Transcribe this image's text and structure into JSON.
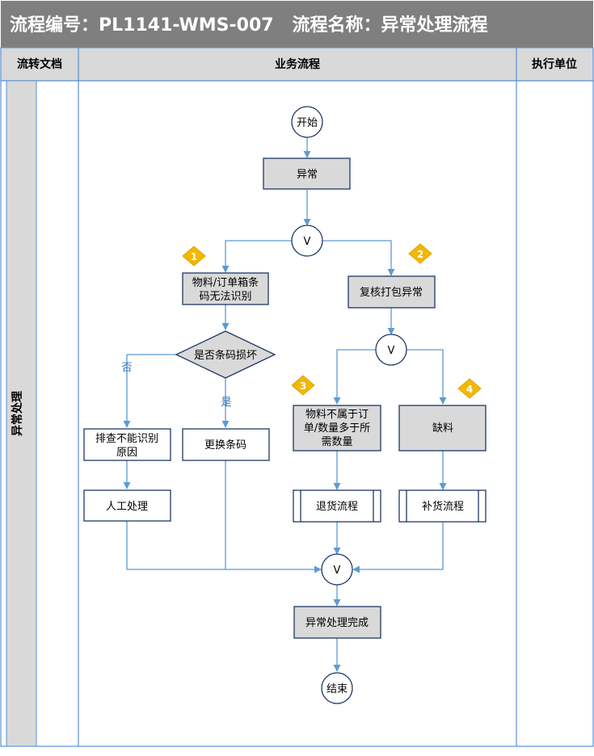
{
  "header": {
    "title": "流程编号：PL1141-WMS-007   流程名称：异常处理流程"
  },
  "columns": {
    "documents": "流转文档",
    "business_flow": "业务流程",
    "executor": "执行单位"
  },
  "lane": {
    "label": "异常处理"
  },
  "nodes": {
    "start": "开始",
    "exception": "异常",
    "gateway_1": "V",
    "barcode_unreadable_line1": "物料/订单箱条",
    "barcode_unreadable_line2": "码无法识别",
    "recheck_pack_exception": "复核打包异常",
    "is_barcode_damaged": "是否条码损坏",
    "gateway_2": "V",
    "not_belong_line1": "物料不属于订",
    "not_belong_line2": "单/数量多于所",
    "not_belong_line3": "需数量",
    "shortage": "缺料",
    "investigate_line1": "排查不能识别",
    "investigate_line2": "原因",
    "replace_barcode": "更换条码",
    "manual_handling": "人工处理",
    "return_process": "退货流程",
    "replenish_process": "补货流程",
    "gateway_merge": "V",
    "exception_done": "异常处理完成",
    "end": "结束"
  },
  "edge_labels": {
    "no": "否",
    "yes": "是"
  },
  "badges": {
    "b1": "1",
    "b2": "2",
    "b3": "3",
    "b4": "4"
  },
  "colors": {
    "header_bg": "#7f7f7f",
    "column_header_bg": "#d9d9d9",
    "lane_border": "#5b8fd6",
    "process_fill_grey": "#d9d9d9",
    "node_border": "#1f3864",
    "arrow": "#5b9bd5",
    "badge": "#f0b800"
  }
}
